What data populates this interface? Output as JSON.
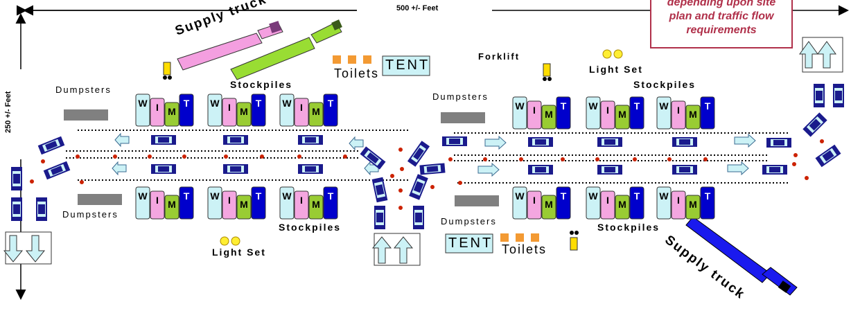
{
  "dimension_width": "500 +/- Feet",
  "dimension_height": "250 +/- Feet",
  "note_lines": [
    "depending upon site",
    "plan and traffic flow",
    "requirements"
  ],
  "labels": {
    "supply_truck": "Supply truck",
    "toilets": "Toilets",
    "tent": "TENT",
    "forklift": "Forklift",
    "light_set": "Light Set",
    "dumpsters": "Dumpsters",
    "stockpiles": "Stockpiles"
  },
  "stockpile_letters": [
    "W",
    "I",
    "M",
    "T"
  ],
  "colors": {
    "water": "#ccf2f6",
    "ice": "#f4a6e0",
    "meals": "#99cc33",
    "tarp": "#0000cc",
    "truck_pink": "#f49fe0",
    "truck_green": "#99dd33",
    "truck_blue": "#1a1aee",
    "dumpster": "#808080",
    "toilet": "#f39a33",
    "cone": "#cc2200",
    "car_body": "#1a1a8c",
    "car_glass": "#ccf2f6",
    "arrow_fill": "#ccf2f6",
    "note_border": "#b0304a"
  }
}
